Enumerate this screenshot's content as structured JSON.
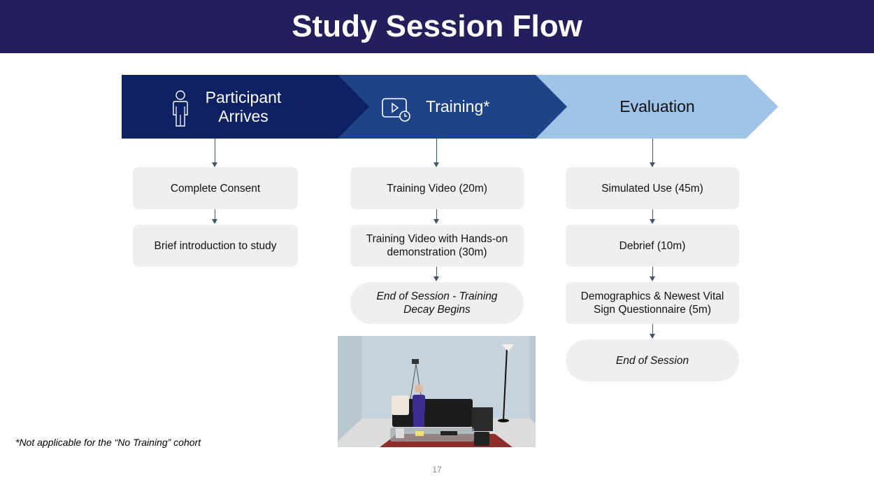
{
  "title": "Study Session Flow",
  "phases": [
    {
      "label_line1": "Participant",
      "label_line2": "Arrives",
      "icon": "person-icon",
      "color": "#0e2163",
      "text_color": "#ffffff"
    },
    {
      "label": "Training*",
      "icon": "video-clock-icon",
      "color": "#1e4487",
      "text_color": "#ffffff"
    },
    {
      "label": "Evaluation",
      "icon": null,
      "color": "#9fc4e7",
      "text_color": "#111111"
    }
  ],
  "columns": {
    "participant": [
      "Complete Consent",
      "Brief introduction to study"
    ],
    "training": [
      "Training Video (20m)",
      "Training Video with Hands-on demonstration (30m)",
      "End of Session - Training Decay Begins"
    ],
    "evaluation": [
      "Simulated Use (45m)",
      "Debrief (10m)",
      "Demographics & Newest Vital Sign Questionnaire (5m)",
      "End of Session"
    ]
  },
  "photo_alt": "Simulated living room setup with manikin seated on couch",
  "footnote": "*Not applicable for the “No Training” cohort",
  "page_number": "17"
}
